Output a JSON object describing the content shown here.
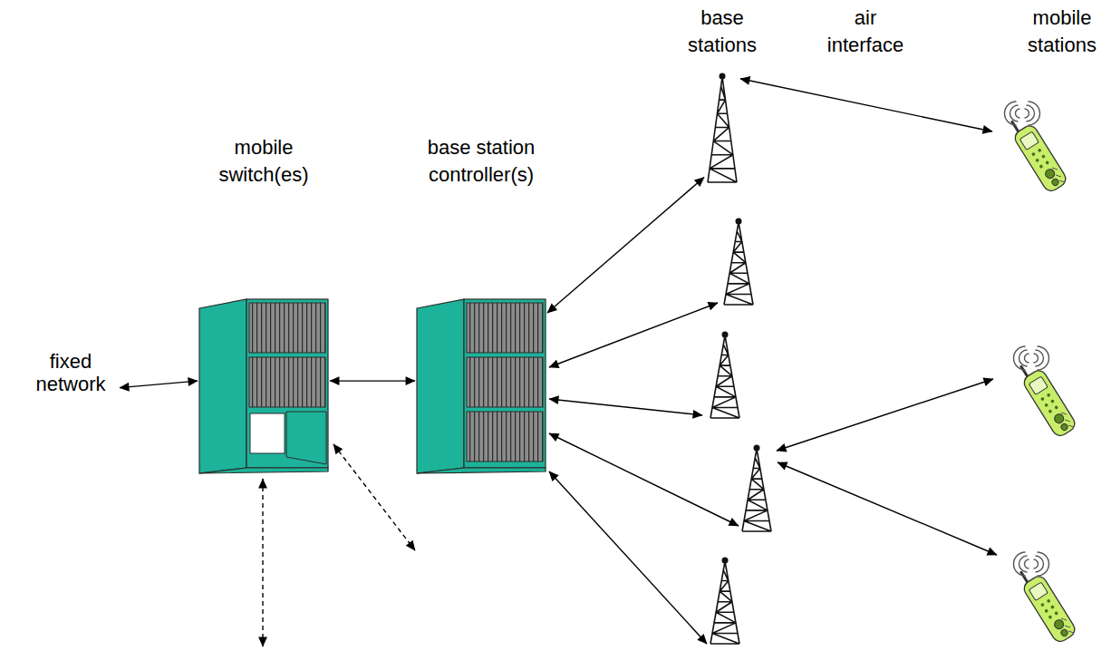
{
  "diagram": {
    "nodes": [
      {
        "text": [
          "fixed network"
        ]
      },
      {
        "text": [
          "mobile switch(es)"
        ]
      },
      {
        "text": [
          "base station controller(s)"
        ]
      },
      {
        "text": [
          "base stations"
        ]
      },
      {
        "text": [
          "mobile stations"
        ]
      }
    ],
    "edges": [
      {
        "from": 0,
        "to": 1,
        "arrow": "both"
      },
      {
        "from": 1,
        "to": 2,
        "arrow": "both"
      },
      {
        "from": 2,
        "to": 3,
        "arrow": "both"
      },
      {
        "from": 3,
        "to": 4,
        "arrow": "both"
      }
    ],
    "labels": [
      "air interface"
    ]
  }
}
